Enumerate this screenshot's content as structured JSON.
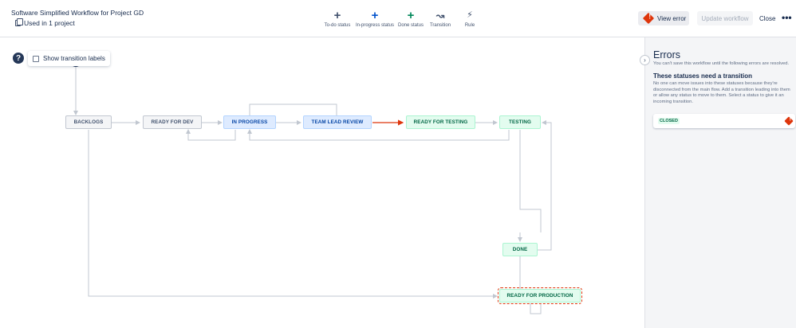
{
  "header": {
    "title": "Software Simplified Workflow for Project GD",
    "used_in": "Used in 1 project",
    "tools": [
      {
        "label": "To-do status",
        "glyph": "+",
        "color": "#42526e"
      },
      {
        "label": "In-progress status",
        "glyph": "+",
        "color": "#0052cc"
      },
      {
        "label": "Done status",
        "glyph": "+",
        "color": "#00875a"
      },
      {
        "label": "Transition",
        "glyph": "↝",
        "color": "#42526e"
      },
      {
        "label": "Rule",
        "glyph": "⚡",
        "color": "#42526e"
      }
    ],
    "view_error": "View error",
    "update_workflow": "Update workflow",
    "close": "Close"
  },
  "canvas": {
    "show_transition_labels": "Show transition labels",
    "help": "?",
    "nodes": {
      "backlogs": "BACKLOGS",
      "ready_for_dev": "READY FOR DEV",
      "in_progress": "IN PROGRESS",
      "team_lead_review": "TEAM LEAD REVIEW",
      "ready_for_testing": "READY FOR TESTING",
      "testing": "TESTING",
      "done": "DONE",
      "ready_for_production": "READY FOR PRODUCTION"
    },
    "colors": {
      "edge": "#c1c7d0",
      "highlight_edge": "#de350b"
    }
  },
  "errors_panel": {
    "title": "Errors",
    "subtitle": "You can't save this workflow until the following errors are resolved.",
    "heading": "These statuses need a transition",
    "description": "No one can move issues into these statuses because they're disconnected from the main flow. Add a transition leading into them or allow any status to move to them. Select a status to give it an incoming transition.",
    "status": "CLOSED"
  }
}
